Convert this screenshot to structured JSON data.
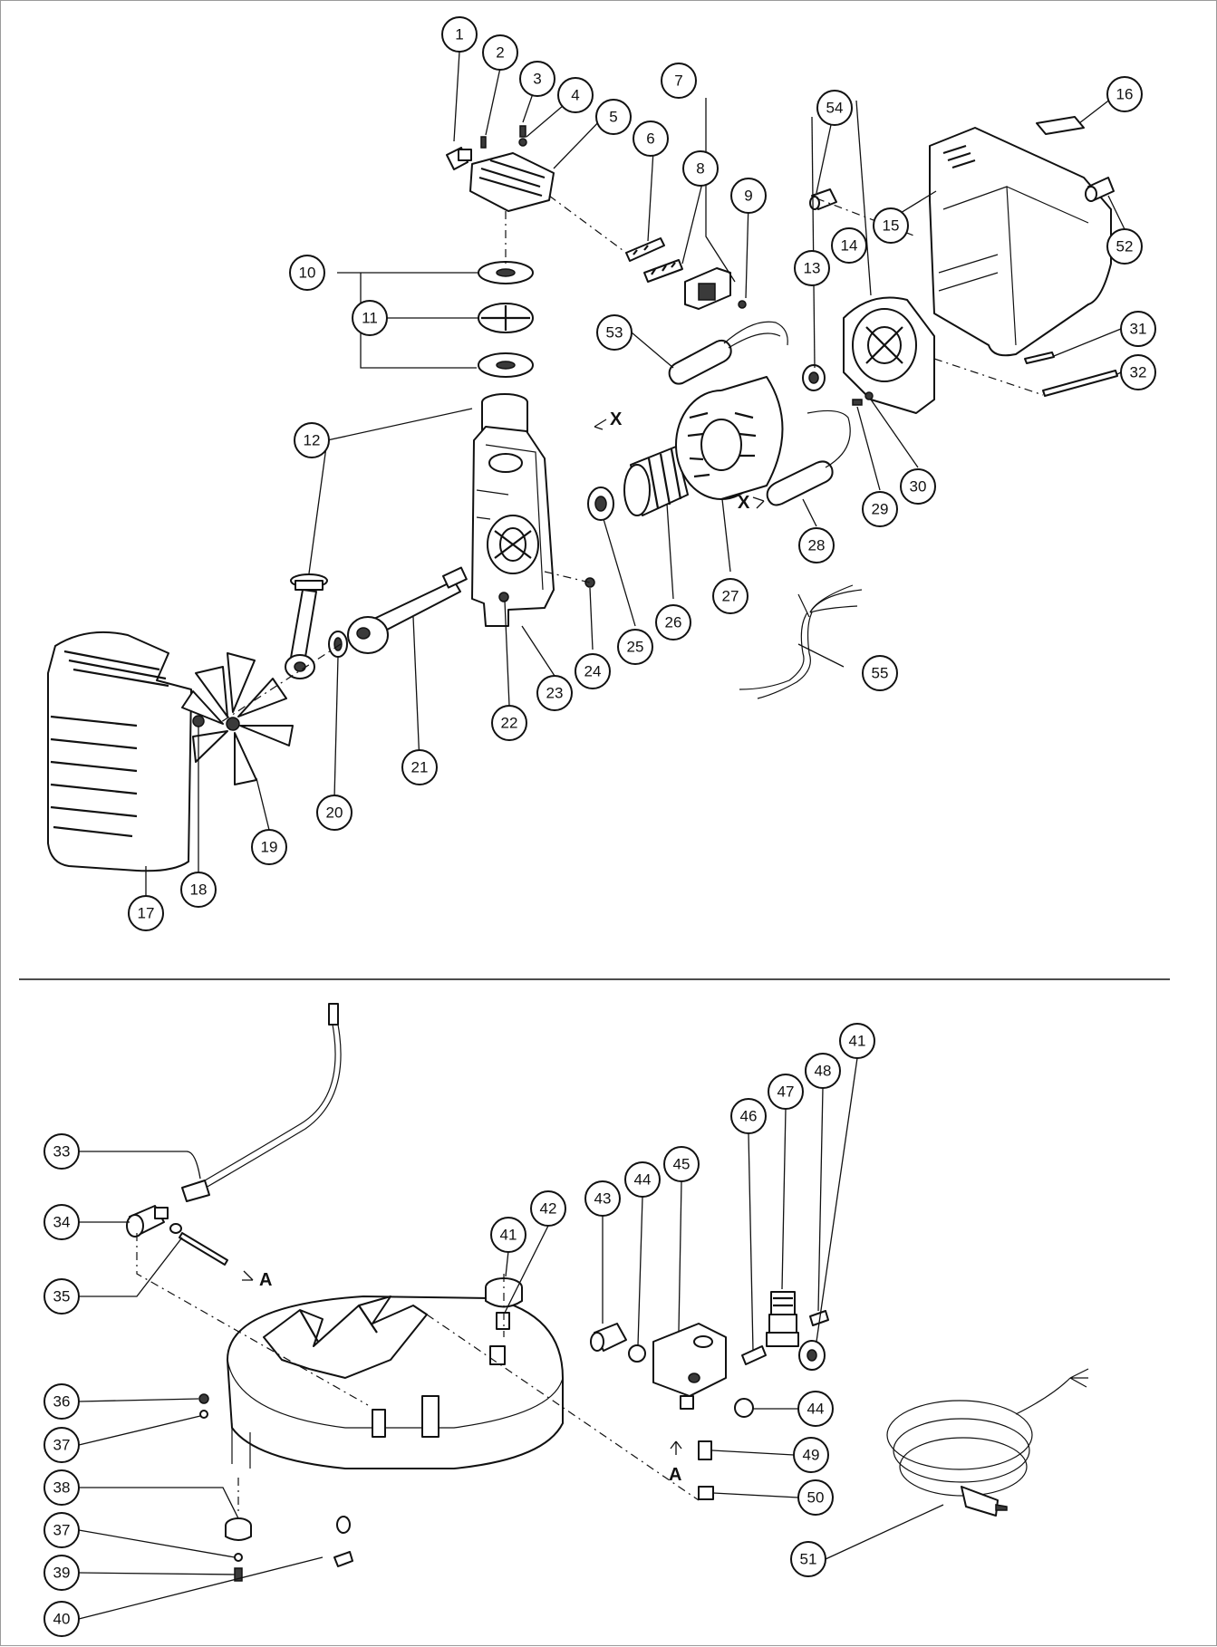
{
  "diagram": {
    "callouts": [
      {
        "label": "1"
      },
      {
        "label": "2"
      },
      {
        "label": "3"
      },
      {
        "label": "4"
      },
      {
        "label": "5"
      },
      {
        "label": "6"
      },
      {
        "label": "7"
      },
      {
        "label": "8"
      },
      {
        "label": "9"
      },
      {
        "label": "10"
      },
      {
        "label": "11"
      },
      {
        "label": "12"
      },
      {
        "label": "13"
      },
      {
        "label": "14"
      },
      {
        "label": "15"
      },
      {
        "label": "16"
      },
      {
        "label": "17"
      },
      {
        "label": "18"
      },
      {
        "label": "19"
      },
      {
        "label": "20"
      },
      {
        "label": "21"
      },
      {
        "label": "22"
      },
      {
        "label": "23"
      },
      {
        "label": "24"
      },
      {
        "label": "25"
      },
      {
        "label": "26"
      },
      {
        "label": "27"
      },
      {
        "label": "28"
      },
      {
        "label": "29"
      },
      {
        "label": "30"
      },
      {
        "label": "31"
      },
      {
        "label": "32"
      },
      {
        "label": "33"
      },
      {
        "label": "34"
      },
      {
        "label": "35"
      },
      {
        "label": "36"
      },
      {
        "label": "37"
      },
      {
        "label": "38"
      },
      {
        "label": "37"
      },
      {
        "label": "39"
      },
      {
        "label": "40"
      },
      {
        "label": "41"
      },
      {
        "label": "42"
      },
      {
        "label": "43"
      },
      {
        "label": "44"
      },
      {
        "label": "45"
      },
      {
        "label": "46"
      },
      {
        "label": "47"
      },
      {
        "label": "48"
      },
      {
        "label": "41"
      },
      {
        "label": "44"
      },
      {
        "label": "49"
      },
      {
        "label": "50"
      },
      {
        "label": "51"
      },
      {
        "label": "52"
      },
      {
        "label": "53"
      },
      {
        "label": "54"
      },
      {
        "label": "55"
      }
    ],
    "markers": [
      {
        "label": "X"
      },
      {
        "label": "X"
      },
      {
        "label": "A"
      },
      {
        "label": "A"
      }
    ]
  }
}
